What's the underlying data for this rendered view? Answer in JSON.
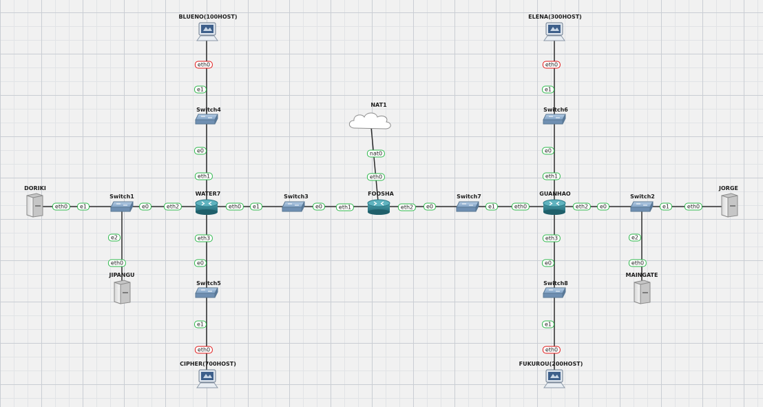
{
  "nodes": {
    "blueno": "BLUENO(100HOST)",
    "elena": "ELENA(300HOST)",
    "cipher": "CIPHER(700HOST)",
    "fukurou": "FUKUROU(200HOST)",
    "switch1": "Switch1",
    "switch2": "Switch2",
    "switch3": "Switch3",
    "switch4": "Switch4",
    "switch5": "Switch5",
    "switch6": "Switch6",
    "switch7": "Switch7",
    "switch8": "Switch8",
    "water7": "WATER7",
    "foosha": "FOOSHA",
    "guanhao": "GUANHAO",
    "nat1": "NAT1",
    "doriki": "DORIKI",
    "jipangu": "JIPANGU",
    "jorge": "JORGE",
    "maingate": "MAINGATE"
  },
  "ports": {
    "blueno_eth0": "eth0",
    "sw4_e1": "e1",
    "sw4_e0": "e0",
    "water7_eth1": "eth1",
    "doriki_eth0": "eth0",
    "sw1_e1": "e1",
    "sw1_e0": "e0",
    "water7_eth2": "eth2",
    "water7_eth0": "eth0",
    "sw3_e1": "e1",
    "sw3_e0": "e0",
    "foosha_eth1": "eth1",
    "foosha_eth2": "eth2",
    "sw7_e0": "e0",
    "sw7_e1": "e1",
    "guanhao_eth0": "eth0",
    "guanhao_eth2": "eth2",
    "sw2_e0": "e0",
    "sw2_e1": "e1",
    "jorge_eth0": "eth0",
    "sw1_e2": "e2",
    "jipangu_eth0": "eth0",
    "water7_eth3": "eth3",
    "sw5_e0": "e0",
    "sw5_e1": "e1",
    "cipher_eth0": "eth0",
    "nat1_nat0": "nat0",
    "foosha_eth0": "eth0",
    "elena_eth0": "eth0",
    "sw6_e1": "e1",
    "sw6_e0": "e0",
    "guanhao_eth1": "eth1",
    "guanhao_eth3": "eth3",
    "sw8_e0": "e0",
    "sw8_e1": "e1",
    "fukurou_eth0": "eth0",
    "sw2_e2": "e2",
    "maingate_eth0": "eth0"
  },
  "port_status": {
    "up_color": "#2db84b",
    "down_color": "#e01515",
    "down_ports": [
      "blueno_eth0",
      "elena_eth0",
      "cipher_eth0",
      "fukurou_eth0"
    ]
  },
  "icons": {
    "router": "router-icon",
    "switch": "switch-icon",
    "vpcs": "vpcs-host-icon",
    "server": "server-icon",
    "cloud": "cloud-icon"
  }
}
